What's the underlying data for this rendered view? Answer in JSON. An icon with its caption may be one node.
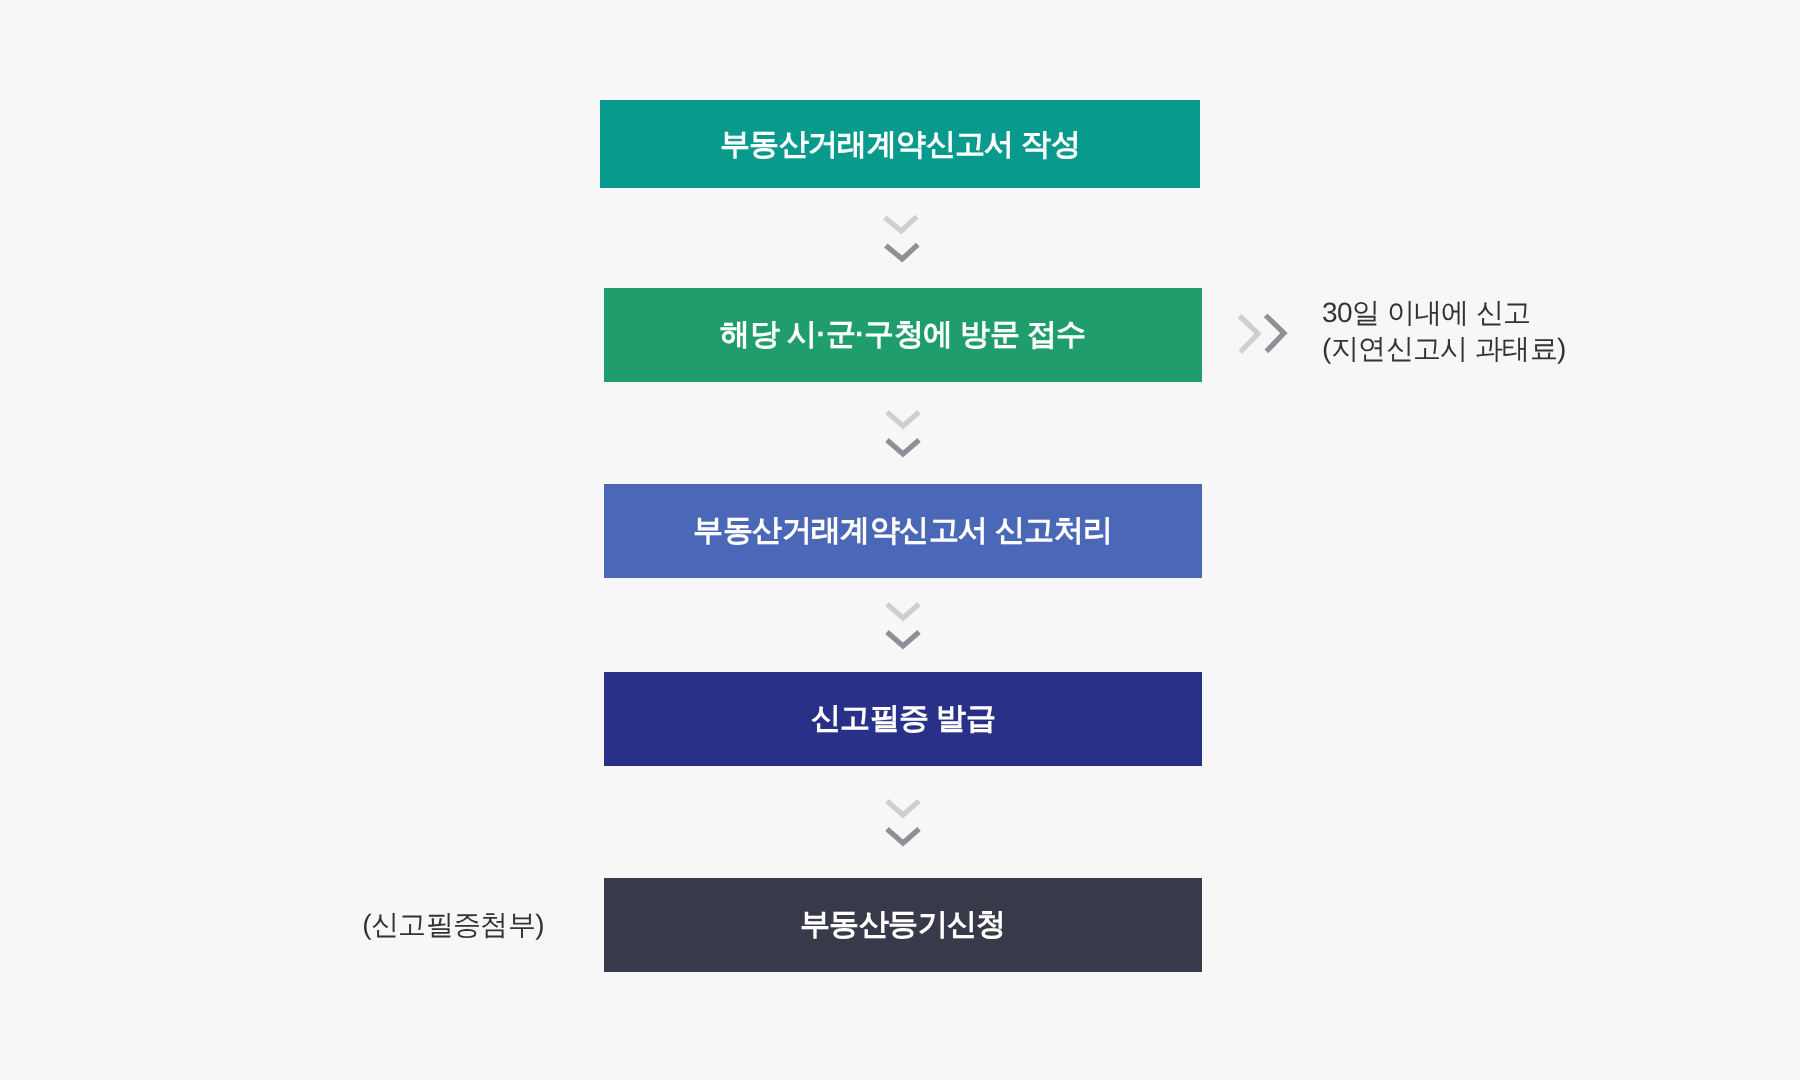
{
  "diagram": {
    "nodes": [
      {
        "text": [
          "부동산거래계약신고서 작성"
        ]
      },
      {
        "text": [
          "해당 시·군·구청에 방문 접수"
        ]
      },
      {
        "text": [
          "부동산거래계약신고서 신고처리"
        ]
      },
      {
        "text": [
          "신고필증 발급"
        ]
      },
      {
        "text": [
          "부동산등기신청"
        ],
        "beside": [
          "(신고필증첨부)"
        ]
      },
      {
        "text": [
          "30일 이내에 신고 (지연신고시 과태료)"
        ]
      }
    ],
    "edges": [
      {
        "from": 0,
        "to": 1,
        "arrow": "to"
      },
      {
        "from": 1,
        "to": 5,
        "arrow": "to"
      },
      {
        "from": 1,
        "to": 2,
        "arrow": "to"
      },
      {
        "from": 2,
        "to": 3,
        "arrow": "to"
      },
      {
        "from": 3,
        "to": 4,
        "arrow": "to"
      }
    ]
  }
}
